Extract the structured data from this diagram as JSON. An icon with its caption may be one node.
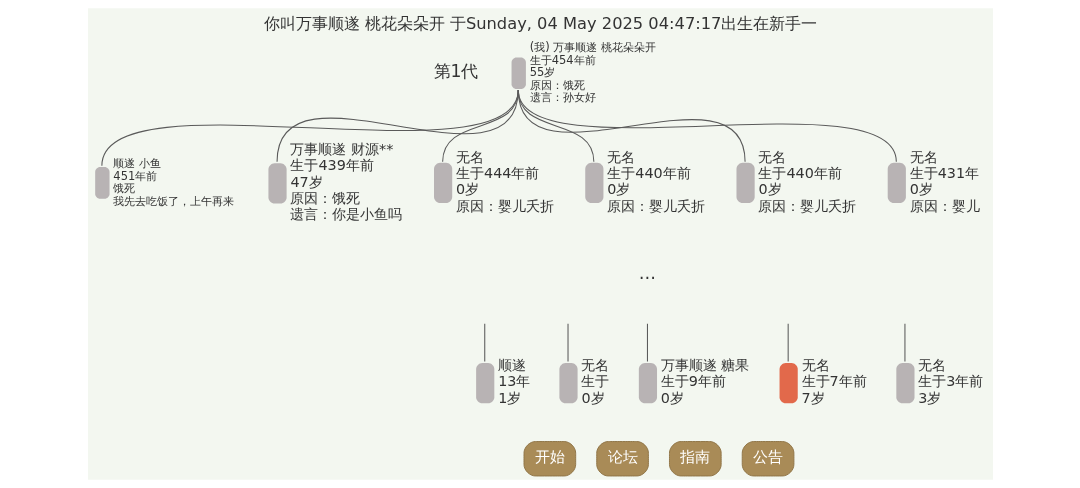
{
  "diagram": {
    "title": "你叫万事顺遂 桃花朵朵开 于Sunday, 04 May 2025 04:47:17出生在新手一",
    "nodes": [
      {
        "text": [
          "(我) 万事顺遂 桃花朵朵开",
          "生于454年前",
          "55岁",
          "原因：饿死",
          "遗言：孙女好"
        ]
      },
      {
        "text": [
          "顺遂 小鱼",
          "451年前",
          "饿死",
          "我先去吃饭了，上午再来"
        ]
      },
      {
        "text": [
          "万事顺遂 财源**",
          "生于439年前",
          "47岁",
          "原因：饿死",
          "遗言：你是小鱼吗"
        ]
      },
      {
        "text": [
          "无名",
          "生于444年前",
          "0岁",
          "原因：婴儿夭折"
        ]
      },
      {
        "text": [
          "无名",
          "生于440年前",
          "0岁",
          "原因：婴儿夭折"
        ]
      },
      {
        "text": [
          "无名",
          "生于440年前",
          "0岁",
          "原因：婴儿夭折"
        ]
      },
      {
        "text": [
          "无名",
          "生于431年",
          "0岁",
          "原因：婴儿"
        ]
      },
      {
        "text": [
          "顺遂",
          "13年",
          "1岁"
        ]
      },
      {
        "text": [
          "无名",
          "生于",
          "0岁"
        ]
      },
      {
        "text": [
          "万事顺遂 糖果",
          "生于9年前",
          "0岁"
        ]
      },
      {
        "text": [
          "无名",
          "生于7年前",
          "7岁"
        ]
      },
      {
        "text": [
          "无名",
          "生于3年前",
          "3岁"
        ]
      }
    ],
    "edges": [
      {
        "from": 0,
        "to": 1,
        "arrow": "none"
      },
      {
        "from": 0,
        "to": 2,
        "arrow": "none"
      },
      {
        "from": 0,
        "to": 3,
        "arrow": "none"
      },
      {
        "from": 0,
        "to": 4,
        "arrow": "none"
      },
      {
        "from": 0,
        "to": 5,
        "arrow": "none"
      },
      {
        "from": 0,
        "to": 6,
        "arrow": "none"
      },
      {
        "from": null,
        "to": 7,
        "arrow": "none"
      },
      {
        "from": null,
        "to": 8,
        "arrow": "none"
      },
      {
        "from": null,
        "to": 9,
        "arrow": "none"
      },
      {
        "from": null,
        "to": 10,
        "arrow": "none"
      },
      {
        "from": null,
        "to": 11,
        "arrow": "none"
      }
    ],
    "labels": [
      "第1代",
      "…",
      "开始",
      "论坛",
      "指南",
      "公告"
    ]
  }
}
